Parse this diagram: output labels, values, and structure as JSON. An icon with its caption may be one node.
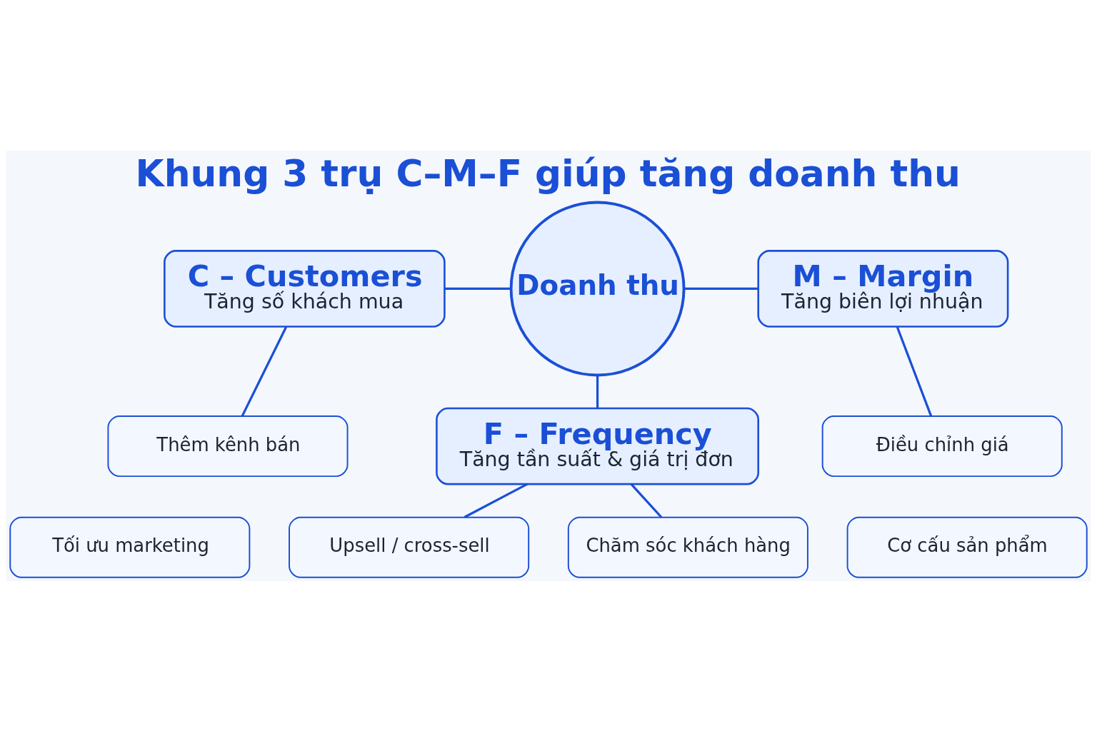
{
  "diagram": {
    "title": "Khung 3 trụ C–M–F giúp tăng doanh thu",
    "nodes": [
      {
        "text": [
          "Doanh thu"
        ]
      },
      {
        "text": [
          "C – Customers",
          "Tăng số khách mua"
        ]
      },
      {
        "text": [
          "Thêm kênh bán"
        ]
      },
      {
        "text": [
          "Tối ưu marketing"
        ]
      },
      {
        "text": [
          "M – Margin",
          "Tăng biên lợi nhuận"
        ]
      },
      {
        "text": [
          "Điều chỉnh giá"
        ]
      },
      {
        "text": [
          "Cơ cấu sản phẩm"
        ]
      },
      {
        "text": [
          "F – Frequency",
          "Tăng tần suất & giá trị đơn"
        ]
      },
      {
        "text": [
          "Upsell / cross-sell"
        ]
      },
      {
        "text": [
          "Chăm sóc khách hàng"
        ]
      }
    ],
    "edges": [
      {
        "from": 1,
        "to": 0,
        "arrow": "none"
      },
      {
        "from": 0,
        "to": 4,
        "arrow": "none"
      },
      {
        "from": 0,
        "to": 7,
        "arrow": "none"
      },
      {
        "from": 1,
        "to": 2,
        "arrow": "none"
      },
      {
        "from": 4,
        "to": 5,
        "arrow": "none"
      },
      {
        "from": 7,
        "to": 8,
        "arrow": "none"
      },
      {
        "from": 7,
        "to": 9,
        "arrow": "none"
      }
    ]
  }
}
